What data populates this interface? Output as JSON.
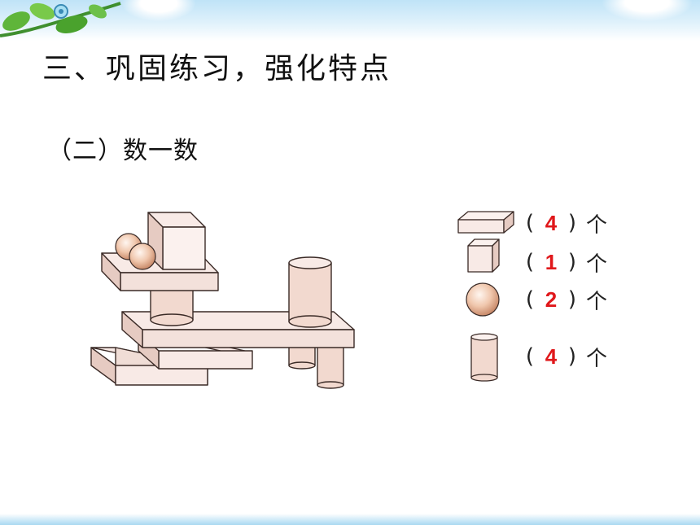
{
  "slide": {
    "title": "三、巩固练习，强化特点",
    "subtitle": "（二）数一数"
  },
  "counts": [
    {
      "shape": "cuboid",
      "open": "(",
      "value": "4",
      "close": ")",
      "unit": "个"
    },
    {
      "shape": "cube",
      "open": "(",
      "value": "1",
      "close": ")",
      "unit": "个"
    },
    {
      "shape": "sphere",
      "open": "(",
      "value": "2",
      "close": ")",
      "unit": "个"
    },
    {
      "shape": "cylinder",
      "open": "(",
      "value": "4",
      "close": ")",
      "unit": "个"
    }
  ],
  "colors": {
    "block_fill": "#f8eae6",
    "block_stroke": "#3a2a26",
    "answer_red": "#e0181b",
    "sky_blue": "#bfe3f7"
  }
}
